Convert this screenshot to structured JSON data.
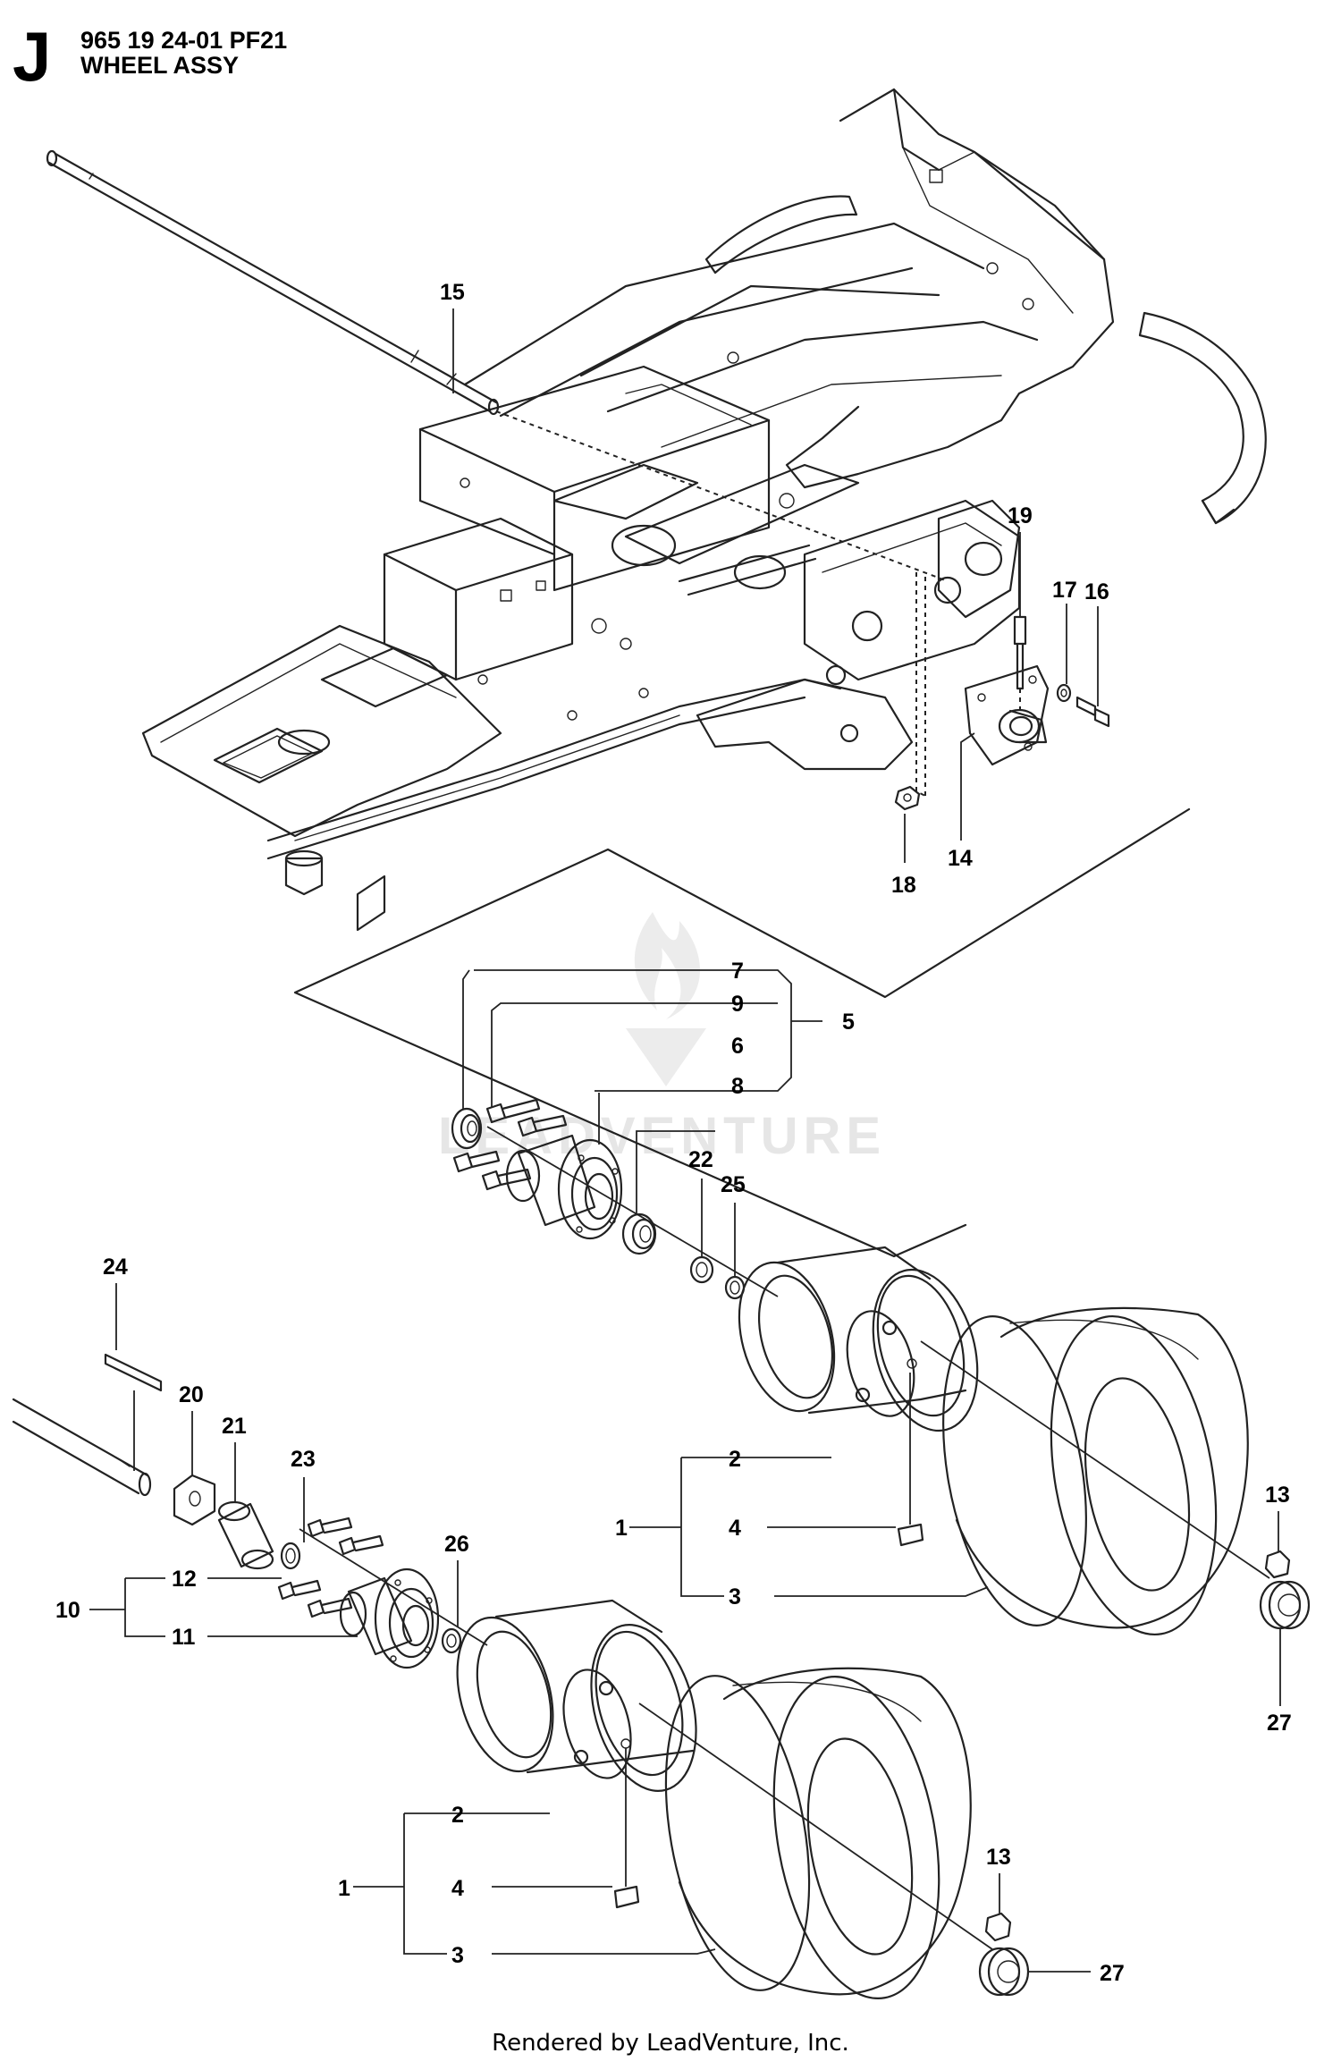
{
  "header": {
    "section": "J",
    "part_code": "965 19 24-01 PF21",
    "title": "WHEEL ASSY"
  },
  "watermark": "LEADVENTURE",
  "footer": "Rendered by LeadVenture, Inc.",
  "callouts": {
    "c1a": "1",
    "c1b": "1",
    "c2a": "2",
    "c2b": "2",
    "c3a": "3",
    "c3b": "3",
    "c4a": "4",
    "c4b": "4",
    "c5": "5",
    "c6": "6",
    "c7": "7",
    "c8": "8",
    "c9": "9",
    "c10": "10",
    "c11": "11",
    "c12": "12",
    "c13a": "13",
    "c13b": "13",
    "c14": "14",
    "c15": "15",
    "c16": "16",
    "c17": "17",
    "c18": "18",
    "c19": "19",
    "c20": "20",
    "c21": "21",
    "c22": "22",
    "c23": "23",
    "c24": "24",
    "c25": "25",
    "c26": "26",
    "c27a": "27",
    "c27b": "27"
  },
  "colors": {
    "line": "#222222",
    "text": "#000000",
    "watermark": "#e6e6e6"
  }
}
